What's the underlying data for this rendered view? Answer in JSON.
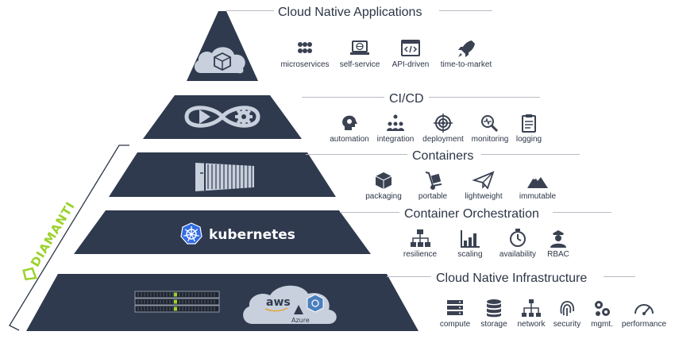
{
  "colors": {
    "layer": "#2f3a4e",
    "cloud": "#c7d0dc",
    "accent": "#9bd22b",
    "text": "#2c3546",
    "k8s": "#326ce5"
  },
  "layers": [
    {
      "title": "Cloud Native Applications",
      "center_icon": "cloud-box-icon",
      "items": [
        {
          "label": "microservices",
          "icon": "microservices-icon"
        },
        {
          "label": "self-service",
          "icon": "laptop-globe-icon"
        },
        {
          "label": "API-driven",
          "icon": "code-window-icon"
        },
        {
          "label": "time-to-market",
          "icon": "rocket-icon"
        }
      ]
    },
    {
      "title": "CI/CD",
      "center_icon": "infinity-loop-icon",
      "items": [
        {
          "label": "automation",
          "icon": "head-gears-icon"
        },
        {
          "label": "integration",
          "icon": "people-network-icon"
        },
        {
          "label": "deployment",
          "icon": "target-icon"
        },
        {
          "label": "monitoring",
          "icon": "magnifier-pulse-icon"
        },
        {
          "label": "logging",
          "icon": "clipboard-icon"
        }
      ]
    },
    {
      "title": "Containers",
      "center_icon": "shipping-container-icon",
      "items": [
        {
          "label": "packaging",
          "icon": "box-icon"
        },
        {
          "label": "portable",
          "icon": "hand-truck-icon"
        },
        {
          "label": "lightweight",
          "icon": "paper-plane-icon"
        },
        {
          "label": "immutable",
          "icon": "mountain-icon"
        }
      ]
    },
    {
      "title": "Container Orchestration",
      "center_icon": "kubernetes-wheel-icon",
      "center_text": "kubernetes",
      "items": [
        {
          "label": "resilience",
          "icon": "hierarchy-icon"
        },
        {
          "label": "scaling",
          "icon": "bar-chart-icon"
        },
        {
          "label": "availability",
          "icon": "stopwatch-icon"
        },
        {
          "label": "RBAC",
          "icon": "officer-icon"
        }
      ]
    },
    {
      "title": "Cloud Native Infrastructure",
      "center_icon": "server-rack-icon",
      "cloud_texts": {
        "aws": "aws",
        "azure": "Azure"
      },
      "items": [
        {
          "label": "compute",
          "icon": "server-icon"
        },
        {
          "label": "storage",
          "icon": "database-icon"
        },
        {
          "label": "network",
          "icon": "network-tree-icon"
        },
        {
          "label": "security",
          "icon": "fingerprint-icon"
        },
        {
          "label": "mgmt.",
          "icon": "gears-icon"
        },
        {
          "label": "performance",
          "icon": "gauge-icon"
        }
      ]
    }
  ],
  "brand": {
    "name": "DIAMANTI"
  }
}
